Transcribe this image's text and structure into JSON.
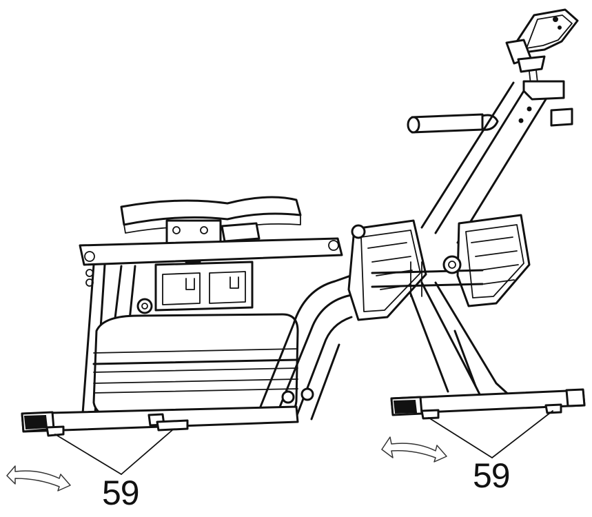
{
  "callouts": [
    {
      "id": "left-stabilizer",
      "label": "59"
    },
    {
      "id": "right-stabilizer",
      "label": "59"
    }
  ],
  "icons": {
    "left_arrow": "curved-double-arrow-icon",
    "right_arrow": "curved-double-arrow-icon"
  },
  "colors": {
    "line": "#111111",
    "background": "#ffffff"
  }
}
